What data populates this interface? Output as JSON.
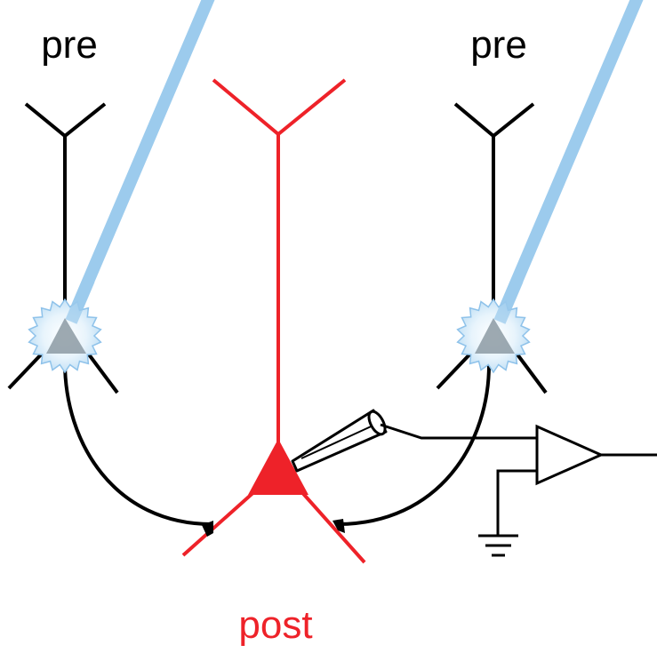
{
  "labels": {
    "pre_left": "pre",
    "pre_right": "pre",
    "post": "post"
  },
  "colors": {
    "presynaptic": "#000000",
    "postsynaptic": "#ee2229",
    "light_beam": "#9ccbed",
    "burst_fill": "#daeefa",
    "burst_stroke": "#8ec2ea",
    "soma_overlay": "#8c9aa3"
  },
  "icons": {
    "stimulation": "light-burst-icon",
    "electrode": "recording-pipette-icon",
    "amplifier": "amplifier-triangle-icon",
    "ground": "ground-symbol-icon"
  }
}
